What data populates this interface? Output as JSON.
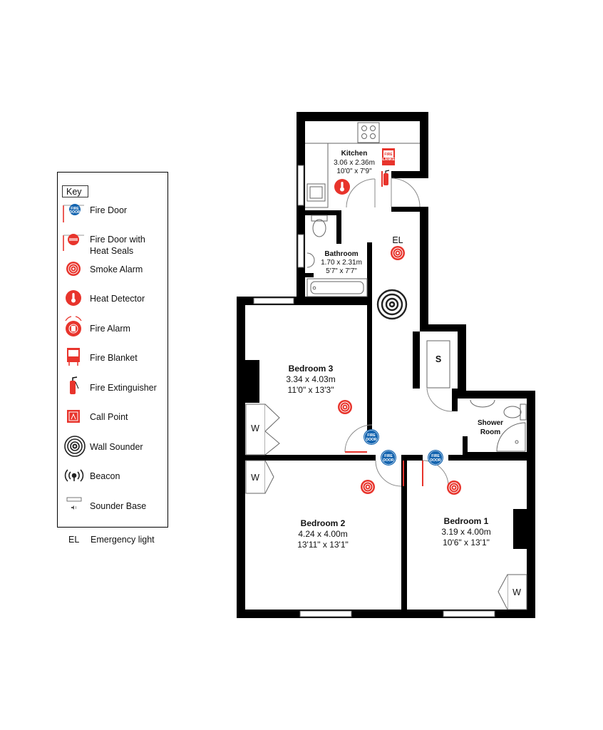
{
  "key": {
    "title": "Key",
    "items": {
      "fire_door": "Fire Door",
      "fire_door_seals_1": "Fire Door with",
      "fire_door_seals_2": "Heat Seals",
      "smoke_alarm": "Smoke Alarm",
      "heat_detector": "Heat Detector",
      "fire_alarm": "Fire Alarm",
      "fire_blanket": "Fire Blanket",
      "fire_extinguisher": "Fire Extinguisher",
      "call_point": "Call Point",
      "wall_sounder": "Wall Sounder",
      "beacon": "Beacon",
      "sounder_base": "Sounder Base"
    },
    "emergency_light": {
      "code": "EL",
      "label": "Emergency light"
    }
  },
  "rooms": {
    "kitchen": {
      "name": "Kitchen",
      "metric": "3.06 x 2.36m",
      "imperial": "10'0\" x 7'9\""
    },
    "bathroom": {
      "name": "Bathroom",
      "metric": "1.70 x 2.31m",
      "imperial": "5'7\" x 7'7\""
    },
    "bedroom3": {
      "name": "Bedroom 3",
      "metric": "3.34 x 4.03m",
      "imperial": "11'0\" x 13'3\""
    },
    "bedroom2": {
      "name": "Bedroom 2",
      "metric": "4.24 x 4.00m",
      "imperial": "13'11\" x 13'1\""
    },
    "bedroom1": {
      "name": "Bedroom 1",
      "metric": "3.19 x 4.00m",
      "imperial": "10'6\" x 13'1\""
    },
    "shower": {
      "name_1": "Shower",
      "name_2": "Room"
    }
  },
  "plan_labels": {
    "emergency_light": "EL",
    "store": "S",
    "wardrobe": "W",
    "fire_door_line1": "FIRE",
    "fire_door_line2": "DOOR",
    "fire_blanket_line1": "FIRE",
    "fire_blanket_line2": "BLANKET"
  },
  "colors": {
    "wall": "#000000",
    "alarm_red": "#e8342c",
    "fire_door_blue": "#1565b0"
  }
}
